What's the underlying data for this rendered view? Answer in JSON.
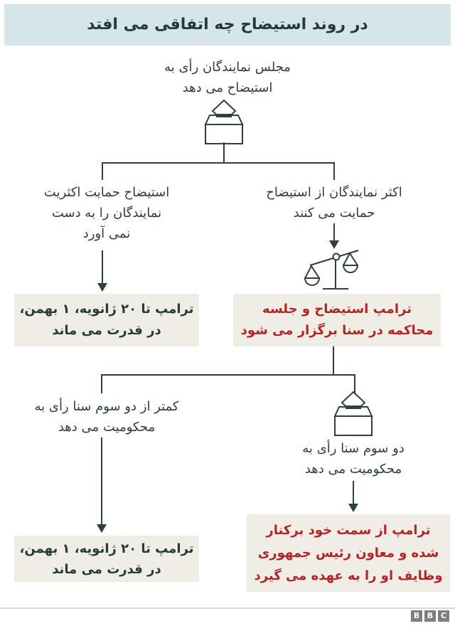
{
  "header": {
    "title": "در روند استیضاح چه اتفاقی می افتد"
  },
  "colors": {
    "header_bg": "#d5e5ea",
    "ink": "#2f4036",
    "outcome_box_bg": "#f0ece6",
    "outcome_stay_text": "#263c2e",
    "outcome_removed_text": "#b32424"
  },
  "flow": {
    "start": {
      "lines": [
        "مجلس نمایندگان رأی به",
        "استیضاح می دهد"
      ],
      "icon": "ballot-box-icon"
    },
    "branch1": {
      "left": {
        "condition_lines": [
          "استیضاح حمایت اکثریت",
          "نمایندگان را به دست",
          "نمی آورد"
        ],
        "outcome_lines": [
          "ترامپ تا ۲۰ ژانویه، ۱ بهمن،",
          "در قدرت می ماند"
        ]
      },
      "right": {
        "condition_lines": [
          "اکثر نمایندگان از استیضاح",
          "حمایت می کنند"
        ],
        "icon": "scales-of-justice-icon",
        "outcome_lines": [
          "ترامپ استیضاح و جلسه",
          "محاکمه در سنا برگزار می شود"
        ]
      }
    },
    "branch2": {
      "left": {
        "condition_lines": [
          "کمتر از دو سوم سنا رأی به",
          "محکومیت می دهد"
        ],
        "outcome_lines": [
          "ترامپ تا ۲۰ ژانویه، ۱ بهمن،",
          "در قدرت می ماند"
        ]
      },
      "right": {
        "icon": "ballot-box-icon",
        "condition_lines": [
          "دو سوم سنا رأی به",
          "محکومیت می دهد"
        ],
        "outcome_lines": [
          "ترامپ از سمت خود برکنار",
          "شده و معاون رئیس جمهوری",
          "وظایف او را به عهده می گیرد"
        ]
      }
    }
  },
  "footer": {
    "brand": "BBC",
    "letters": [
      "B",
      "B",
      "C"
    ]
  }
}
